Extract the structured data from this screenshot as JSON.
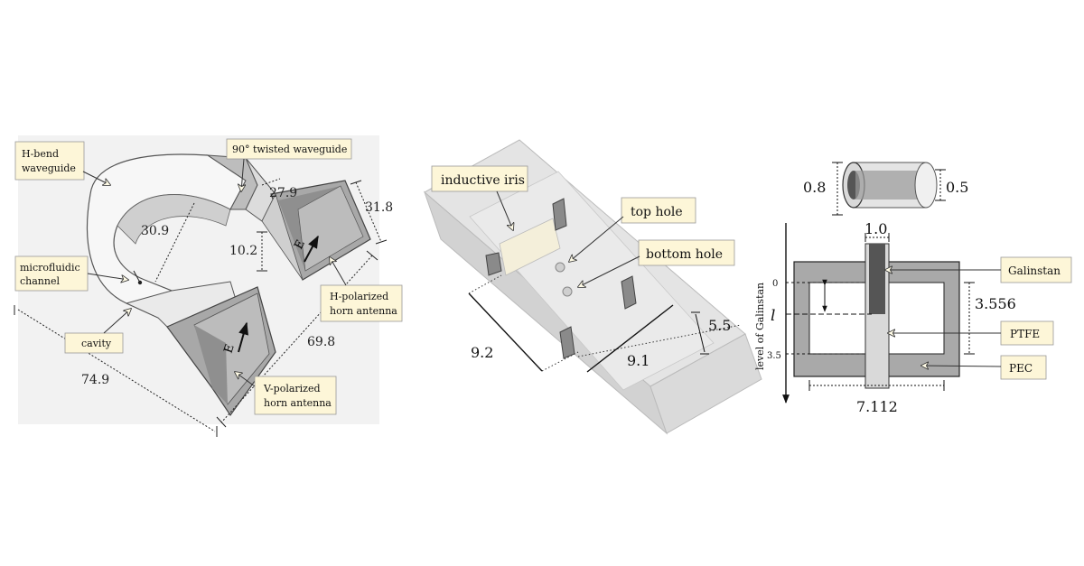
{
  "panel_a": {
    "callouts": {
      "h_bend": "H-bend",
      "h_bend_2": "waveguide",
      "twisted": "90° twisted waveguide",
      "microfluidic": "microfluidic",
      "microfluidic_2": "channel",
      "cavity": "cavity",
      "h_polarized": "H-polarized",
      "h_polarized_2": "horn antenna",
      "v_polarized": "V-polarized",
      "v_polarized_2": "horn antenna"
    },
    "dims": {
      "d279": "27.9",
      "d318": "31.8",
      "d309": "30.9",
      "d102": "10.2",
      "d698": "69.8",
      "d749": "74.9"
    },
    "field_label": "E"
  },
  "panel_b": {
    "callouts": {
      "inductive_iris": "inductive iris",
      "top_hole": "top hole",
      "bottom_hole": "bottom hole"
    },
    "dims": {
      "d92": "9.2",
      "d91": "9.1",
      "d55": "5.5"
    }
  },
  "panel_c": {
    "tube_dims": {
      "outer": "0.8",
      "inner": "0.5"
    },
    "dims": {
      "top": "1.0",
      "height": "3.556",
      "width": "7.112"
    },
    "axis": {
      "label": "level of Galinstan",
      "tick0": "0",
      "tickl": "l",
      "tick35": "3.5"
    },
    "callouts": {
      "galinstan": "Galinstan",
      "ptfe": "PTFE",
      "pec": "PEC"
    }
  },
  "colors": {
    "callout_fill": "#fdf6d8",
    "metal_light": "#e6e6e6",
    "metal_dark": "#8c8c8c",
    "pec_gray": "#a9a9a9",
    "galinstan": "#555555",
    "ptfe": "#d9d9d9"
  }
}
